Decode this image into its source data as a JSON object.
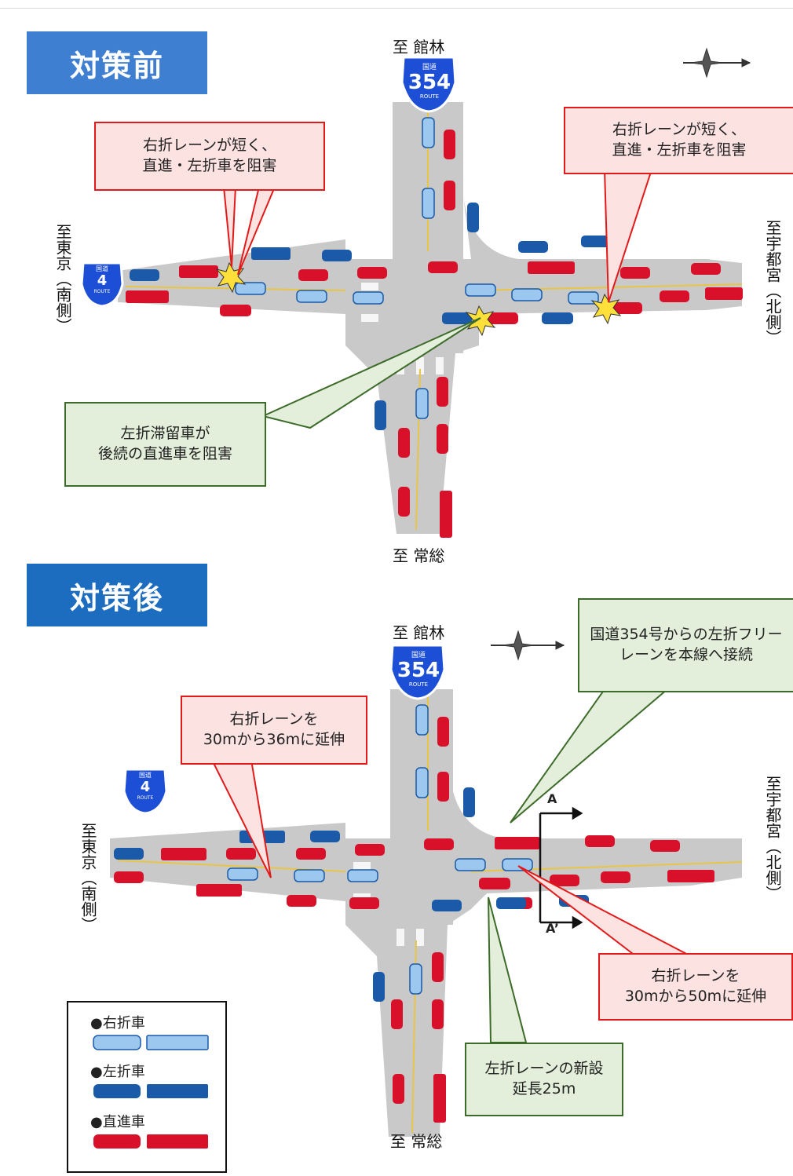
{
  "before": {
    "title": "対策前",
    "dir_north": "至 館林",
    "dir_south": "至 常総",
    "dir_west": "至東京（南側）",
    "dir_east": "至宇都宮（北側）",
    "route_354_top": "国道",
    "route_354_num": "354",
    "route_354_bottom": "ROUTE",
    "route_4_top": "国道",
    "route_4_num": "4",
    "route_4_bottom": "ROUTE",
    "callout_left": "右折レーンが短く、\n直進・左折車を阻害",
    "callout_right": "右折レーンが短く、\n直進・左折車を阻害",
    "callout_bottom": "左折滞留車が\n後続の直進車を阻害"
  },
  "after": {
    "title": "対策後",
    "dir_north": "至 館林",
    "dir_south": "至 常総",
    "dir_west": "至東京（南側）",
    "dir_east": "至宇都宮（北側）",
    "route_354_top": "国道",
    "route_354_num": "354",
    "route_354_bottom": "ROUTE",
    "route_4_top": "国道",
    "route_4_num": "4",
    "route_4_bottom": "ROUTE",
    "callout_left": "右折レーンを\n30mから36mに延伸",
    "callout_top_right": "国道354号からの左折フリー\nレーンを本線へ接続",
    "callout_right": "右折レーンを\n30mから50mに延伸",
    "callout_bottom": "左折レーンの新設\n延長25m",
    "section_a": "A",
    "section_a_prime": "A’"
  },
  "legend": {
    "right_turn": "●右折車",
    "left_turn": "●左折車",
    "straight": "●直進車"
  },
  "colors": {
    "road": "#c9c9c9",
    "car_red": "#d8102a",
    "car_blue": "#1a5aa8",
    "car_lightblue": "#9cc7ee",
    "title_before": "#3f7fd1",
    "title_after": "#1c6cc0",
    "callout_red_border": "#e31a1a",
    "callout_green_border": "#3d6b2a",
    "route_shield": "#1d4fd6"
  }
}
